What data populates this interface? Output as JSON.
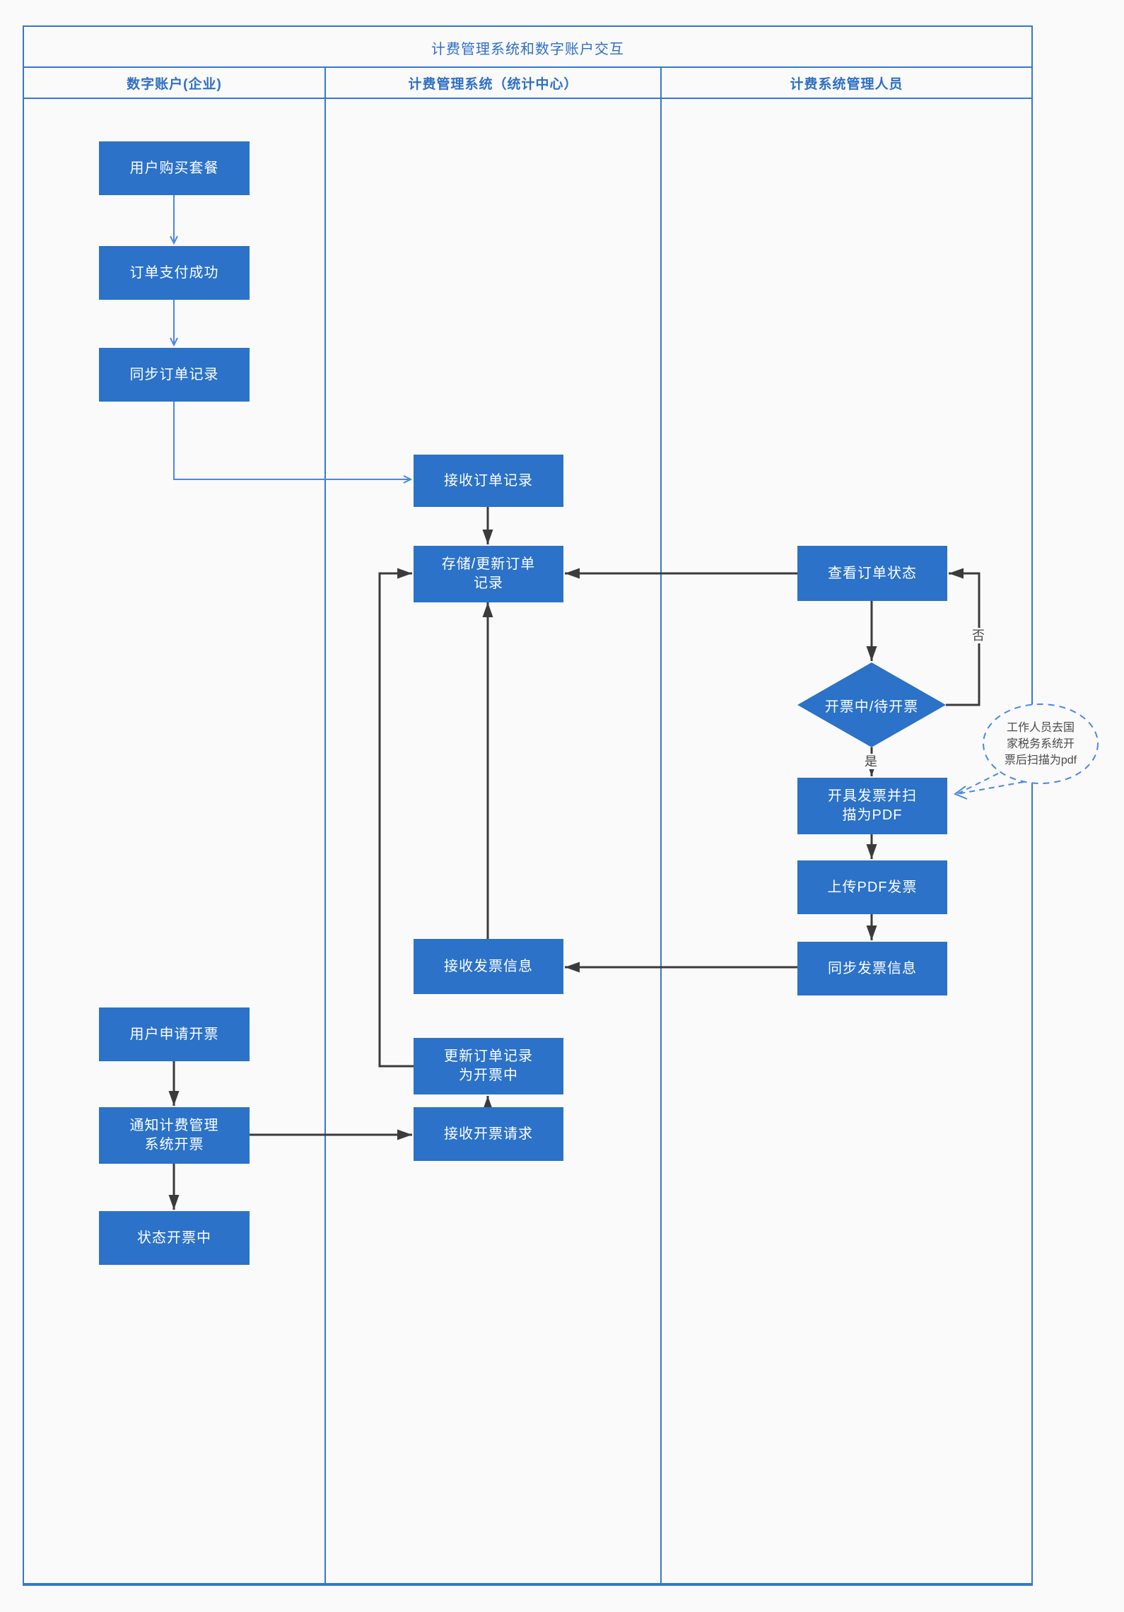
{
  "title": "计费管理系统和数字账户交互",
  "lanes": [
    {
      "label": "数字账户(企业)"
    },
    {
      "label": "计费管理系统（统计中心）"
    },
    {
      "label": "计费系统管理人员"
    }
  ],
  "nodes": {
    "b1": "用户购买套餐",
    "b2": "订单支付成功",
    "b3": "同步订单记录",
    "b4": "接收订单记录",
    "b5": "存储/更新订单\n记录",
    "b6": "接收发票信息",
    "b7": "更新订单记录\n为开票中",
    "b8": "接收开票请求",
    "b9": "用户申请开票",
    "b10": "通知计费管理\n系统开票",
    "b11": "状态开票中",
    "b12": "查看订单状态",
    "d1": "开票中/待开票",
    "b13": "开具发票并扫\n描为PDF",
    "b14": "上传PDF发票",
    "b15": "同步发票信息"
  },
  "edge_labels": {
    "yes": "是",
    "no": "否"
  },
  "callout": {
    "text": "工作人员去国\n家税务系统开\n票后扫描为pdf"
  },
  "colors": {
    "node_fill": "#2b72c8",
    "frame_blue": "#3877c9",
    "connector_black": "#3b3b3b",
    "connector_blue": "#4a86e8",
    "callout_border": "#4a86e8",
    "background": "#fafafa",
    "node_text": "#ffffff"
  }
}
